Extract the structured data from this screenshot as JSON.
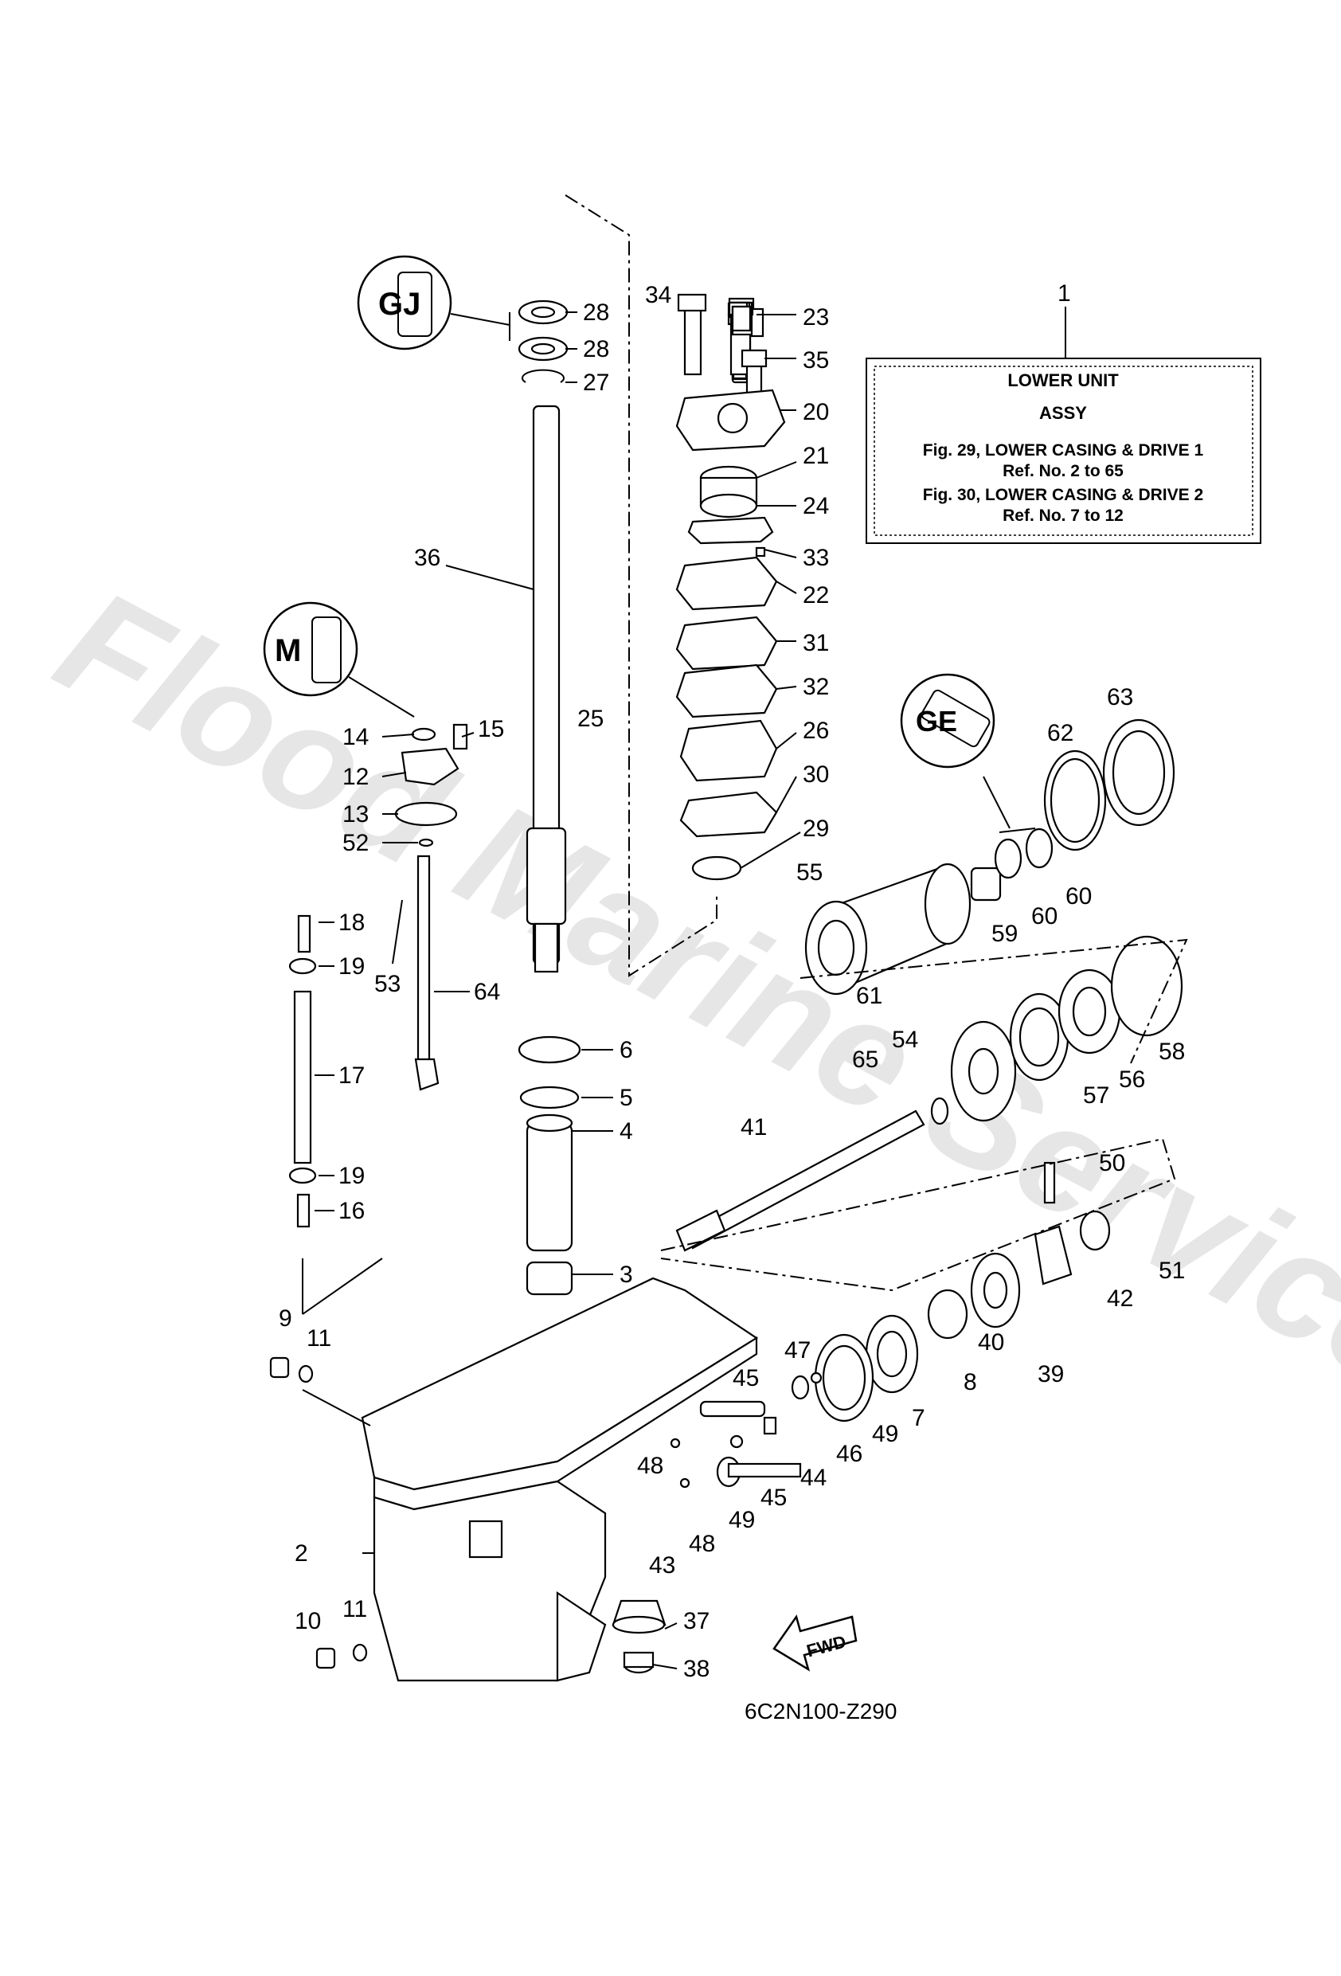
{
  "watermark": "Flood Marine Services",
  "title_box": {
    "ref": "1",
    "line1": "LOWER UNIT",
    "line2": "ASSY",
    "line3": "Fig. 29, LOWER CASING & DRIVE 1",
    "line4": "Ref. No. 2 to 65",
    "line5": "Fig. 30, LOWER CASING & DRIVE 2",
    "line6": "Ref. No. 7 to 12"
  },
  "drawing_code": "6C2N100-Z290",
  "fwd_label": "FWD",
  "part_numbers": {
    "p2": "2",
    "p3": "3",
    "p4": "4",
    "p5": "5",
    "p6": "6",
    "p7": "7",
    "p8": "8",
    "p9": "9",
    "p10": "10",
    "p11a": "11",
    "p11b": "11",
    "p12": "12",
    "p13": "13",
    "p14": "14",
    "p15": "15",
    "p16": "16",
    "p17": "17",
    "p18": "18",
    "p19a": "19",
    "p19b": "19",
    "p20": "20",
    "p21": "21",
    "p22": "22",
    "p23": "23",
    "p24": "24",
    "p25": "25",
    "p26": "26",
    "p27": "27",
    "p28a": "28",
    "p28b": "28",
    "p29": "29",
    "p30": "30",
    "p31": "31",
    "p32": "32",
    "p33": "33",
    "p34": "34",
    "p35": "35",
    "p36": "36",
    "p37": "37",
    "p38": "38",
    "p39": "39",
    "p40": "40",
    "p41": "41",
    "p42": "42",
    "p43": "43",
    "p44": "44",
    "p45a": "45",
    "p45b": "45",
    "p46": "46",
    "p47": "47",
    "p48a": "48",
    "p48b": "48",
    "p49a": "49",
    "p49b": "49",
    "p50": "50",
    "p51": "51",
    "p52": "52",
    "p53": "53",
    "p54": "54",
    "p55": "55",
    "p56": "56",
    "p57": "57",
    "p58": "58",
    "p59": "59",
    "p60a": "60",
    "p60b": "60",
    "p61": "61",
    "p62": "62",
    "p63": "63",
    "p64": "64",
    "p65": "65"
  },
  "symbols": {
    "upper": "gear-oil-symbol",
    "middle": "grease-symbol",
    "right": "lubricant-symbol"
  }
}
